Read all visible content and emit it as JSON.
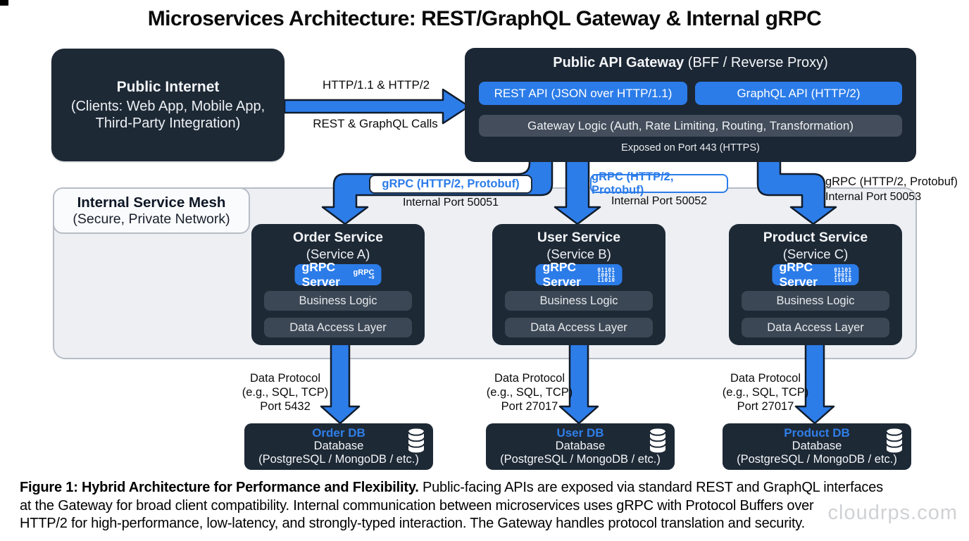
{
  "title": "Microservices Architecture: REST/GraphQL Gateway & Internal gRPC",
  "colors": {
    "accent_blue": "#2b7ce9",
    "dark_navy": "#1e2936",
    "mesh_bg": "#edeff3",
    "db_title_blue": "#2f7fe9"
  },
  "public_internet": {
    "title": "Public Internet",
    "line1": "(Clients: Web App, Mobile App,",
    "line2": "Third-Party Integration)"
  },
  "client_arrow": {
    "label_top": "HTTP/1.1 & HTTP/2",
    "label_bottom": "REST & GraphQL Calls"
  },
  "gateway": {
    "title_bold": "Public API Gateway",
    "title_rest": " (BFF / Reverse Proxy)",
    "rest_button": "REST API (JSON over HTTP/1.1)",
    "graphql_button": "GraphQL API (HTTP/2)",
    "logic_bar": "Gateway Logic (Auth, Rate Limiting, Routing, Transformation)",
    "port_note": "Exposed on Port 443 (HTTPS)"
  },
  "mesh": {
    "title": "Internal Service Mesh",
    "subtitle": "(Secure, Private Network)"
  },
  "grpc_links": [
    {
      "label": "gRPC (HTTP/2, Protobuf)",
      "port": "Internal Port 50051"
    },
    {
      "label": "gRPC (HTTP/2, Protobuf)",
      "port": "Internal Port 50052"
    },
    {
      "label": "gRPC (HTTP/2, Protobuf)",
      "port": "Internal Port 50053"
    }
  ],
  "services": [
    {
      "name": "Order Service",
      "subtitle": "(Service A)",
      "server_label": "gRPC Server",
      "icon": "grpc-logo",
      "icon_text": "gRPC",
      "icon_sub": "⌁9",
      "layers": [
        "Business Logic",
        "Data Access Layer"
      ]
    },
    {
      "name": "User Service",
      "subtitle": "(Service B)",
      "server_label": "gRPC Server",
      "icon": "binary-block",
      "icon_lines": [
        "01101",
        "10011",
        "11010"
      ],
      "layers": [
        "Business Logic",
        "Data Access Layer"
      ]
    },
    {
      "name": "Product Service",
      "subtitle": "(Service C)",
      "server_label": "gRPC Server",
      "icon": "binary-block",
      "icon_lines": [
        "01101",
        "10011",
        "11010"
      ],
      "layers": [
        "Business Logic",
        "Data Access Layer"
      ]
    }
  ],
  "data_links": [
    {
      "line1": "Data Protocol",
      "line2": "(e.g., SQL, TCP)",
      "line3": "Port 5432"
    },
    {
      "line1": "Data Protocol",
      "line2": "(e.g., SQL, TCP)",
      "line3": "Port 27017"
    },
    {
      "line1": "Data Protocol",
      "line2": "(e.g., SQL, TCP)",
      "line3": "Port 27017"
    }
  ],
  "databases": [
    {
      "name": "Order DB",
      "type": "Database",
      "detail": "(PostgreSQL / MongoDB / etc.)"
    },
    {
      "name": "User DB",
      "type": "Database",
      "detail": "(PostgreSQL / MongoDB / etc.)"
    },
    {
      "name": "Product DB",
      "type": "Database",
      "detail": "(PostgreSQL / MongoDB / etc.)"
    }
  ],
  "caption": {
    "line1_bold": "Figure 1: Hybrid Architecture for Performance and Flexibility.",
    "line1_rest": " Public-facing APIs are exposed via standard REST and GraphQL interfaces",
    "line2": "at the Gateway for broad client compatibility. Internal communication between microservices uses gRPC with Protocol Buffers over",
    "line3": "HTTP/2 for high-performance, low-latency, and strongly-typed interaction. The Gateway handles protocol translation and security."
  },
  "watermark": "cloudrps.com"
}
